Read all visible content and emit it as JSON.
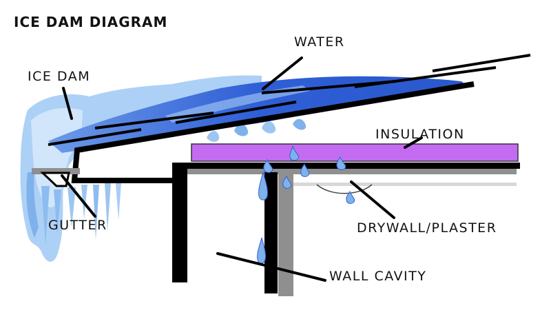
{
  "title": "ICE DAM DIAGRAM",
  "labels": {
    "water": "WATER",
    "ice_dam": "ICE DAM",
    "insulation": "INSULATION",
    "gutter": "GUTTER",
    "drywall": "DRYWALL/PLASTER",
    "wall_cavity": "WALL CAVITY"
  },
  "colors": {
    "water": "#3a6fdc",
    "ice": "#a9cdf5",
    "insulation": "#c36cf2",
    "structure": "#000000",
    "drywall": "#8f8f8f"
  }
}
